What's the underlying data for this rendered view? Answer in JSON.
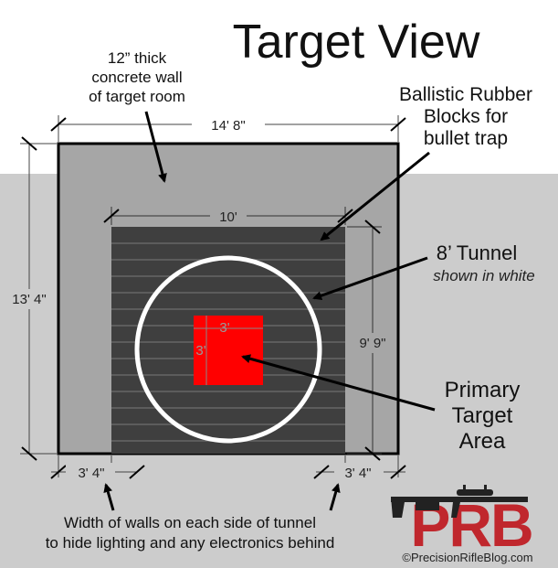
{
  "title": "Target View",
  "labels": {
    "wall_line1": "12” thick",
    "wall_line2": "concrete wall",
    "wall_line3": "of target room",
    "rubber_line1": "Ballistic Rubber",
    "rubber_line2": "Blocks for",
    "rubber_line3": "bullet trap",
    "tunnel_title": "8’ Tunnel",
    "tunnel_sub": "shown in white",
    "target_line1": "Primary",
    "target_line2": "Target",
    "target_line3": "Area",
    "bottom_line1": "Width of walls on each side of tunnel",
    "bottom_line2": "to hide lighting and any electronics behind"
  },
  "dimensions": {
    "room_width": "14' 8\"",
    "room_height": "13' 4\"",
    "trap_width": "10'",
    "trap_height": "9' 9\"",
    "target_width": "3'",
    "target_height": "3'",
    "left_wall": "3' 4\"",
    "right_wall": "3' 4\""
  },
  "logo": {
    "letters": "PRB",
    "copyright": "©PrecisionRifleBlog.com"
  },
  "colors": {
    "background_floor": "#cccccc",
    "wall": "#a6a6a6",
    "rubber_blocks": "#3f3f3f",
    "rubber_lines": "#666666",
    "tunnel": "#ffffff",
    "target": "#ff0000",
    "logo_red": "#c0272d",
    "logo_dark": "#222222"
  }
}
